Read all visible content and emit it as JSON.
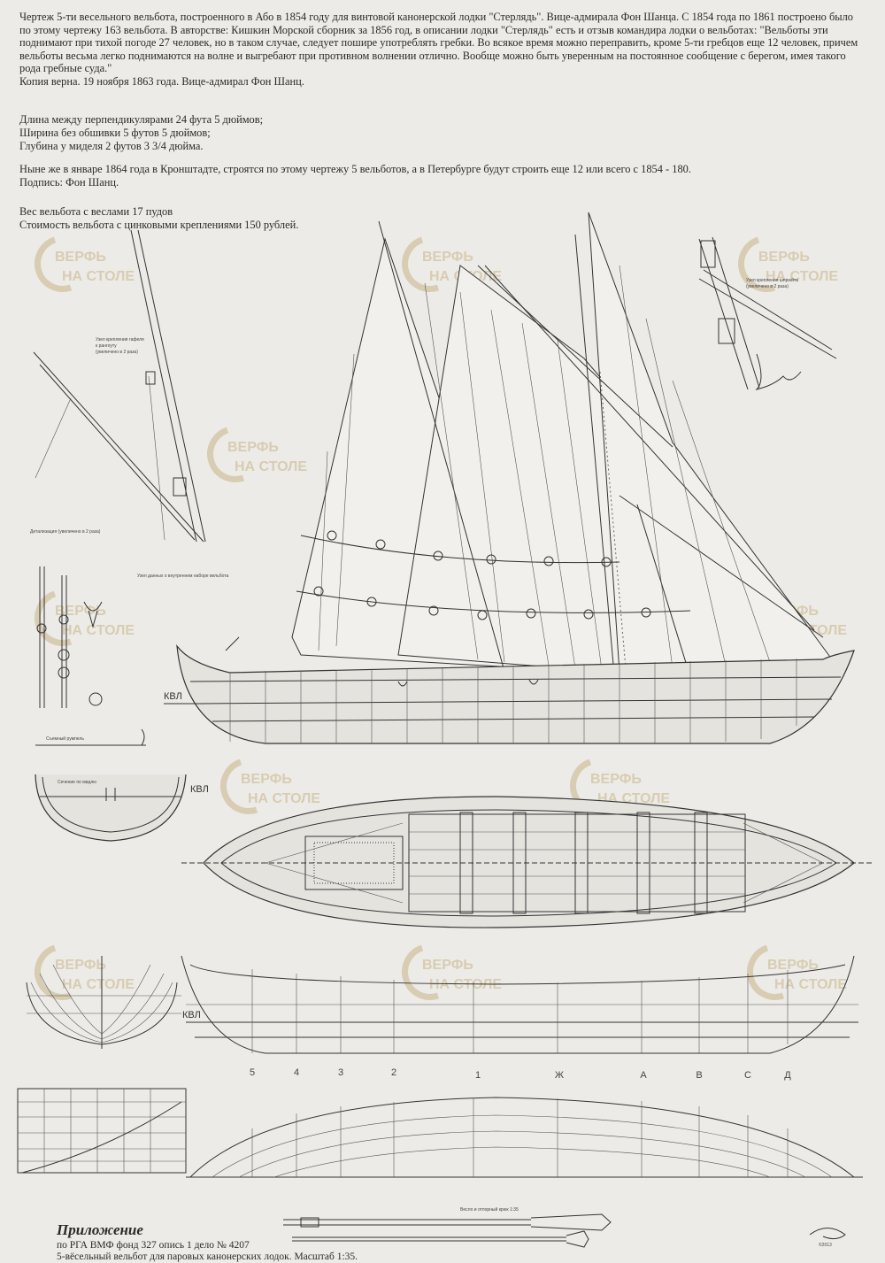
{
  "intro": {
    "p1": "Чертеж 5-ти весельного вельбота, построенного в Або в 1854 году для винтовой канонерской лодки \"Стерлядь\". Вице-адмирала Фон Шанца. С 1854 года по 1861 построено было по этому чертежу 163 вельбота. В авторстве: Кишкин Морской сборник за 1856 год, в описании лодки \"Стерлядь\" есть и отзыв командира лодки о вельботах: \"Вельботы эти поднимают при тихой погоде 27 человек, но в таком случае, следует пошире употреблять гребки. Во всякое время можно переправить, кроме 5-ти гребцов еще 12 человек, причем вельботы весьма легко поднимаются на волне и выгребают при противном волнении отлично. Вообще можно быть уверенным на постоянное сообщение с берегом, имея такого рода гребные суда.\"",
    "p2": "Копия верна. 19 ноября 1863 года. Вице-адмирал Фон Шанц."
  },
  "specs": {
    "length": "Длина между перпендикулярами 24 фута 5 дюймов;",
    "width": "Ширина без обшивки 5 футов 5 дюймов;",
    "depth": "Глубина у миделя 2 футов 3 3/4 дюйма."
  },
  "note": {
    "line1": "Ныне же в январе 1864 года в Кронштадте, строятся по этому чертежу 5 вельботов, а в Петербурге будут строить еще 12 или всего с 1854 - 180.",
    "line2": "Подпись: Фон Шанц."
  },
  "cost": {
    "weight": "Вес вельбота с веслами 17 пудов",
    "price": "Стоимость вельбота с цинковыми креплениями 150 рублей."
  },
  "watermark": {
    "line1": "ВЕРФЬ",
    "line2": "НА СТОЛЕ",
    "color": "#c9b486"
  },
  "labels": {
    "kvl": "КВЛ",
    "station_numbers": [
      "5",
      "4",
      "3",
      "2",
      "1",
      "Ж",
      "А",
      "В",
      "С",
      "Д"
    ]
  },
  "small_notes": {
    "yard_detail": [
      "Узел крепления гафеля",
      "к рангоуту",
      "(увеличено в 2 раза)"
    ],
    "sprit_detail": [
      "Узел крепления шпрюйта",
      "(увеличено в 2 раза)"
    ],
    "fitting_detail": "Детализация (увеличено в 2 раза)",
    "tiller": "Съемный румпель",
    "section": "Сечение по мидлю",
    "inner_fittings": "Узел данных о внутреннем наборе вельбота",
    "oar": "Весло и отпорный крюк 1:35"
  },
  "appendix": {
    "title": "Приложение",
    "source": "по РГА ВМФ фонд 327 опись 1 дело № 4207",
    "caption": "5-вёсельный вельбот для паровых канонерских лодок. Масштаб 1:35."
  },
  "signature": "©2013"
}
